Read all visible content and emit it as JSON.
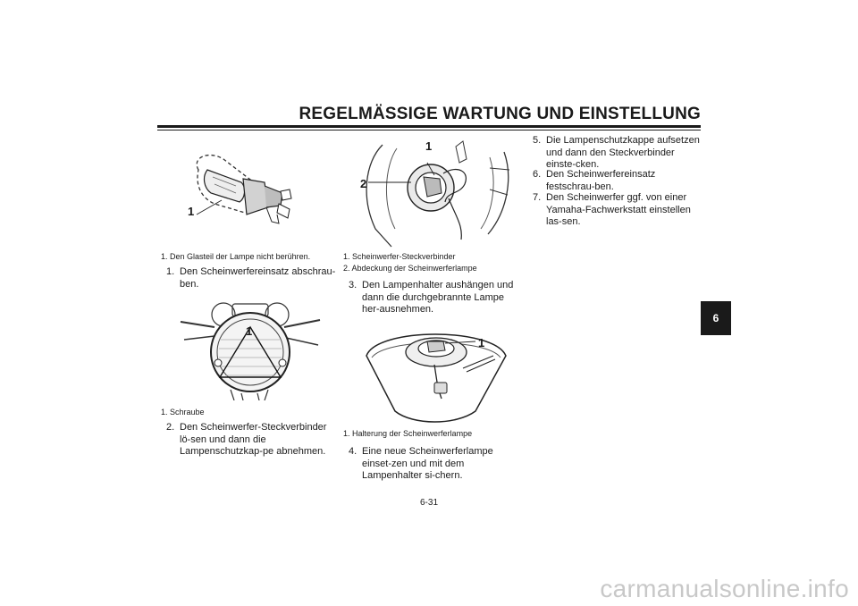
{
  "header": {
    "title": "REGELMÄSSIGE WARTUNG UND EINSTELLUNG"
  },
  "col1": {
    "fig1": {
      "callout": "1",
      "caption": "1. Den Glasteil der Lampe nicht berühren."
    },
    "step1": {
      "num": "1.",
      "text": "Den Scheinwerfereinsatz abschrau-ben."
    },
    "fig2": {
      "callout": "1",
      "caption": "1. Schraube"
    },
    "step2": {
      "num": "2.",
      "text": "Den Scheinwerfer-Steckverbinder lö-sen und dann die Lampenschutzkap-pe abnehmen."
    }
  },
  "col2": {
    "fig3": {
      "callout1": "1",
      "callout2": "2",
      "caption1": "1. Scheinwerfer-Steckverbinder",
      "caption2": "2. Abdeckung der Scheinwerferlampe"
    },
    "step3": {
      "num": "3.",
      "text": "Den Lampenhalter aushängen und dann die durchgebrannte Lampe her-ausnehmen."
    },
    "fig4": {
      "callout": "1",
      "caption": "1. Halterung der Scheinwerferlampe"
    },
    "step4": {
      "num": "4.",
      "text": "Eine neue Scheinwerferlampe einset-zen und mit dem Lampenhalter si-chern."
    }
  },
  "col3": {
    "step5": {
      "num": "5.",
      "text": "Die Lampenschutzkappe aufsetzen und dann den Steckverbinder einste-cken."
    },
    "step6": {
      "num": "6.",
      "text": "Den Scheinwerfereinsatz festschrau-ben."
    },
    "step7": {
      "num": "7.",
      "text": "Den Scheinwerfer ggf. von einer Yamaha-Fachwerkstatt einstellen las-sen."
    }
  },
  "tab": {
    "label": "6"
  },
  "footer": {
    "page_number": "6-31"
  },
  "watermark": {
    "text": "carmanualsonline.info"
  }
}
